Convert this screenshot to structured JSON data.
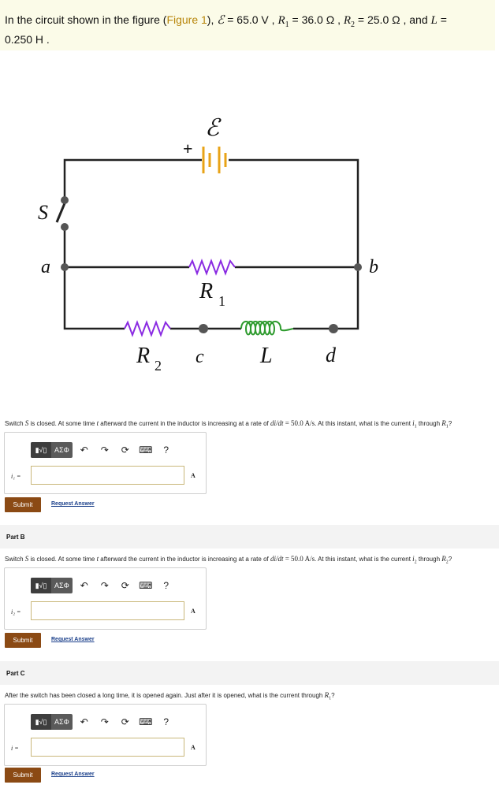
{
  "problem": {
    "prefix": "In the circuit shown in the figure (",
    "figure_link": "Figure 1",
    "mid": "), ",
    "emf_sym": "ℰ",
    "emf_val": " = 65.0 V , ",
    "r1_sym": "R",
    "r1_sub": "1",
    "r1_val": " = 36.0 Ω , ",
    "r2_sym": "R",
    "r2_sub": "2",
    "r2_val": " = 25.0 Ω , and ",
    "l_sym": "L",
    "l_val": " =",
    "line2": "0.250 H ."
  },
  "circuit": {
    "emf": "ℰ",
    "plus": "+",
    "switch": "S",
    "a": "a",
    "b": "b",
    "c": "c",
    "d": "d",
    "r1": "R",
    "r1_sub": "1",
    "r2": "R",
    "r2_sub": "2",
    "l": "L",
    "colors": {
      "wire": "#222222",
      "battery": "#e8a317",
      "resistor": "#8a2be2",
      "inductor": "#2e9b2e",
      "node": "#555555"
    }
  },
  "part_a": {
    "question_pre": "Switch ",
    "s": "S",
    "q2": " is closed. At some time ",
    "t": "t",
    "q3": " afterward the current in the inductor is increasing at a rate of ",
    "didt": "di/dt",
    "q4": " = 50.0 A/s",
    "q5": ". At this instant, what is the current ",
    "i_sym": "i",
    "i_sub": "1",
    "q6": " through ",
    "r_sym": "R",
    "r_sub": "1",
    "q7": "?",
    "answer_label": "i₁ =",
    "answer_value": "",
    "unit": "A",
    "submit": "Submit",
    "request": "Request Answer"
  },
  "part_b": {
    "header": "Part B",
    "question_pre": "Switch ",
    "s": "S",
    "q2": " is closed. At some time ",
    "t": "t",
    "q3": " afterward the current in the inductor is increasing at a rate of ",
    "didt": "di/dt",
    "q4": " = 50.0 A/s",
    "q5": ". At this instant, what is the current ",
    "i_sym": "i",
    "i_sub": "2",
    "q6": " through ",
    "r_sym": "R",
    "r_sub": "2",
    "q7": "?",
    "answer_label": "i₂ =",
    "answer_value": "",
    "unit": "A",
    "submit": "Submit",
    "request": "Request Answer"
  },
  "part_c": {
    "header": "Part C",
    "question_pre": "After the switch has been closed a long time, it is opened again. Just after it is opened, what is the current through ",
    "r_sym": "R",
    "r_sub": "1",
    "q7": "?",
    "answer_label": "i =",
    "answer_value": "",
    "unit": "A",
    "submit": "Submit",
    "request": "Request Answer"
  },
  "toolbar": {
    "templates": "▮√▯",
    "greek": "ΑΣΦ",
    "undo": "↶",
    "redo": "↷",
    "reset": "⟳",
    "keyboard": "⌨",
    "help": "?"
  }
}
